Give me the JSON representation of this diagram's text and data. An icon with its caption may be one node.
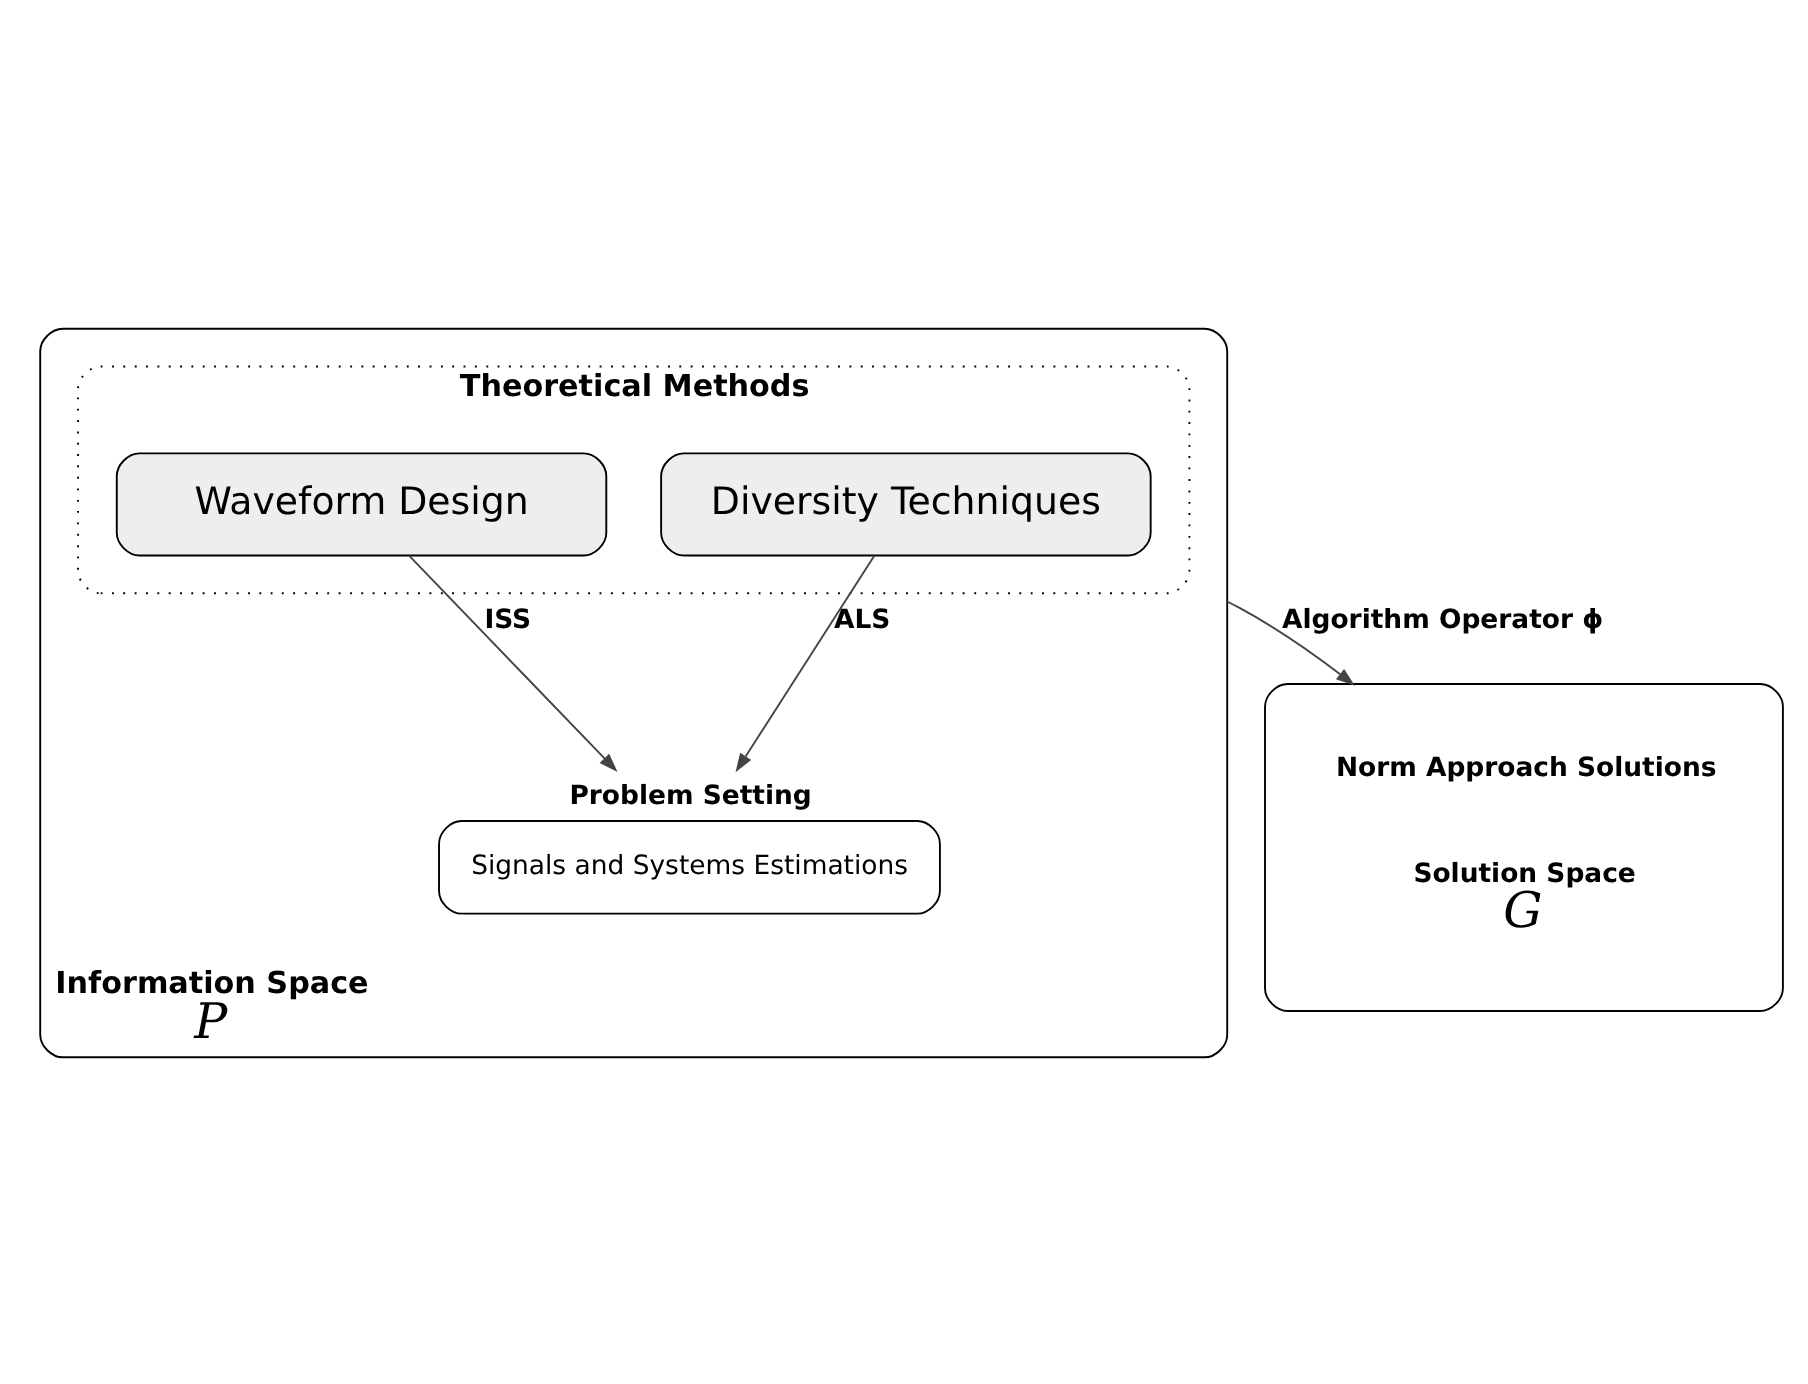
{
  "diagram": {
    "nodes": [
      {
        "text": [
          "Information Space",
          "P"
        ]
      },
      {
        "text": [
          "Theoretical Methods"
        ],
        "in": 0
      },
      {
        "text": [
          "Diversity Techniques"
        ],
        "in": 1
      },
      {
        "text": [
          "Waveform Design"
        ],
        "in": 1
      },
      {
        "text": [
          "Problem Setting",
          "Signals and Systems Estimations"
        ],
        "in": 0
      },
      {
        "text": [
          "Norm Approach Solutions",
          "Solution Space",
          "G"
        ]
      }
    ],
    "edges": [
      {
        "from": 2,
        "to": 4,
        "arrow": "to",
        "label": "ALS"
      },
      {
        "from": 3,
        "to": 4,
        "arrow": "to",
        "label": "ISS"
      },
      {
        "from": 0,
        "to": 5,
        "arrow": "to",
        "label": "Algorithm Operator ϕ"
      }
    ]
  }
}
